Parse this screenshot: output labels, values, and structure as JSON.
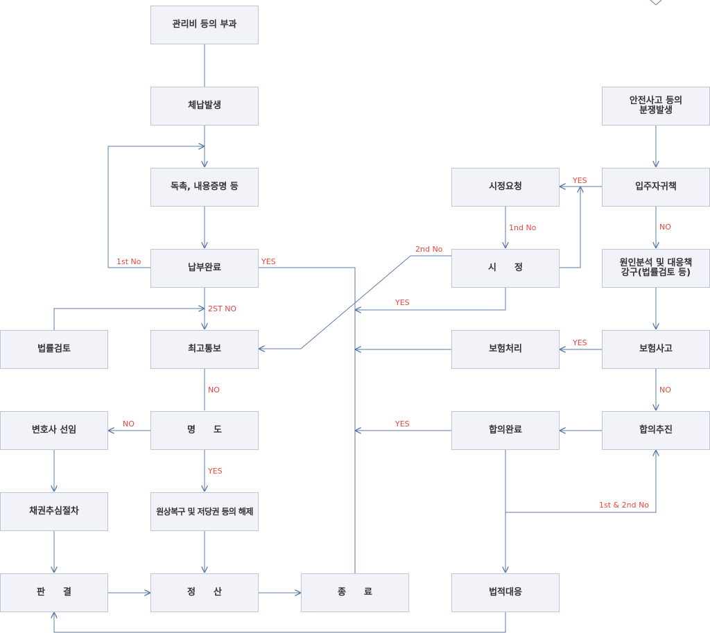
{
  "nodes": {
    "n1": "관리비 등의 부과",
    "n2": "체납발생",
    "n3": "독촉, 내용증명 등",
    "n4": "납부완료",
    "n5": "최고통보",
    "n6": "법률검토",
    "n7": "명　　도",
    "n8": "변호사 선임",
    "n9": "원상복구 및 저당권 등의 해제",
    "n10": "채권추심절차",
    "n11": "판　　결",
    "n12": "정　　산",
    "n13": "종　　료",
    "r1": "안전사고 등의",
    "r1b": "분쟁발생",
    "r2": "입주자귀책",
    "r3": "시정요청",
    "r4": "시　　정",
    "r5": "원인분석 및 대응책",
    "r5b": "강구(법률검토 등)",
    "r6": "보험사고",
    "r7": "보험처리",
    "r8": "합의추진",
    "r9": "합의완료",
    "r10": "법적대응"
  },
  "labels": {
    "l_1st_no": "1st No",
    "l_yes_pay": "YES",
    "l_2st_no": "2ST NO",
    "l_no_notice": "NO",
    "l_no_evict": "NO",
    "l_yes_evict": "YES",
    "l_yes_fault": "YES",
    "l_1nd_no": "1nd No",
    "l_2nd_no": "2nd No",
    "l_yes_fix": "YES",
    "l_no_fault": "NO",
    "l_yes_ins": "YES",
    "l_no_ins": "NO",
    "l_yes_agree": "YES",
    "l_1st2nd_no": "1st & 2nd No"
  },
  "colors": {
    "line": "#5a78a8",
    "label": "#e8473f",
    "box_fill": "#f1f3f8",
    "box_border": "#bcc6d6"
  }
}
